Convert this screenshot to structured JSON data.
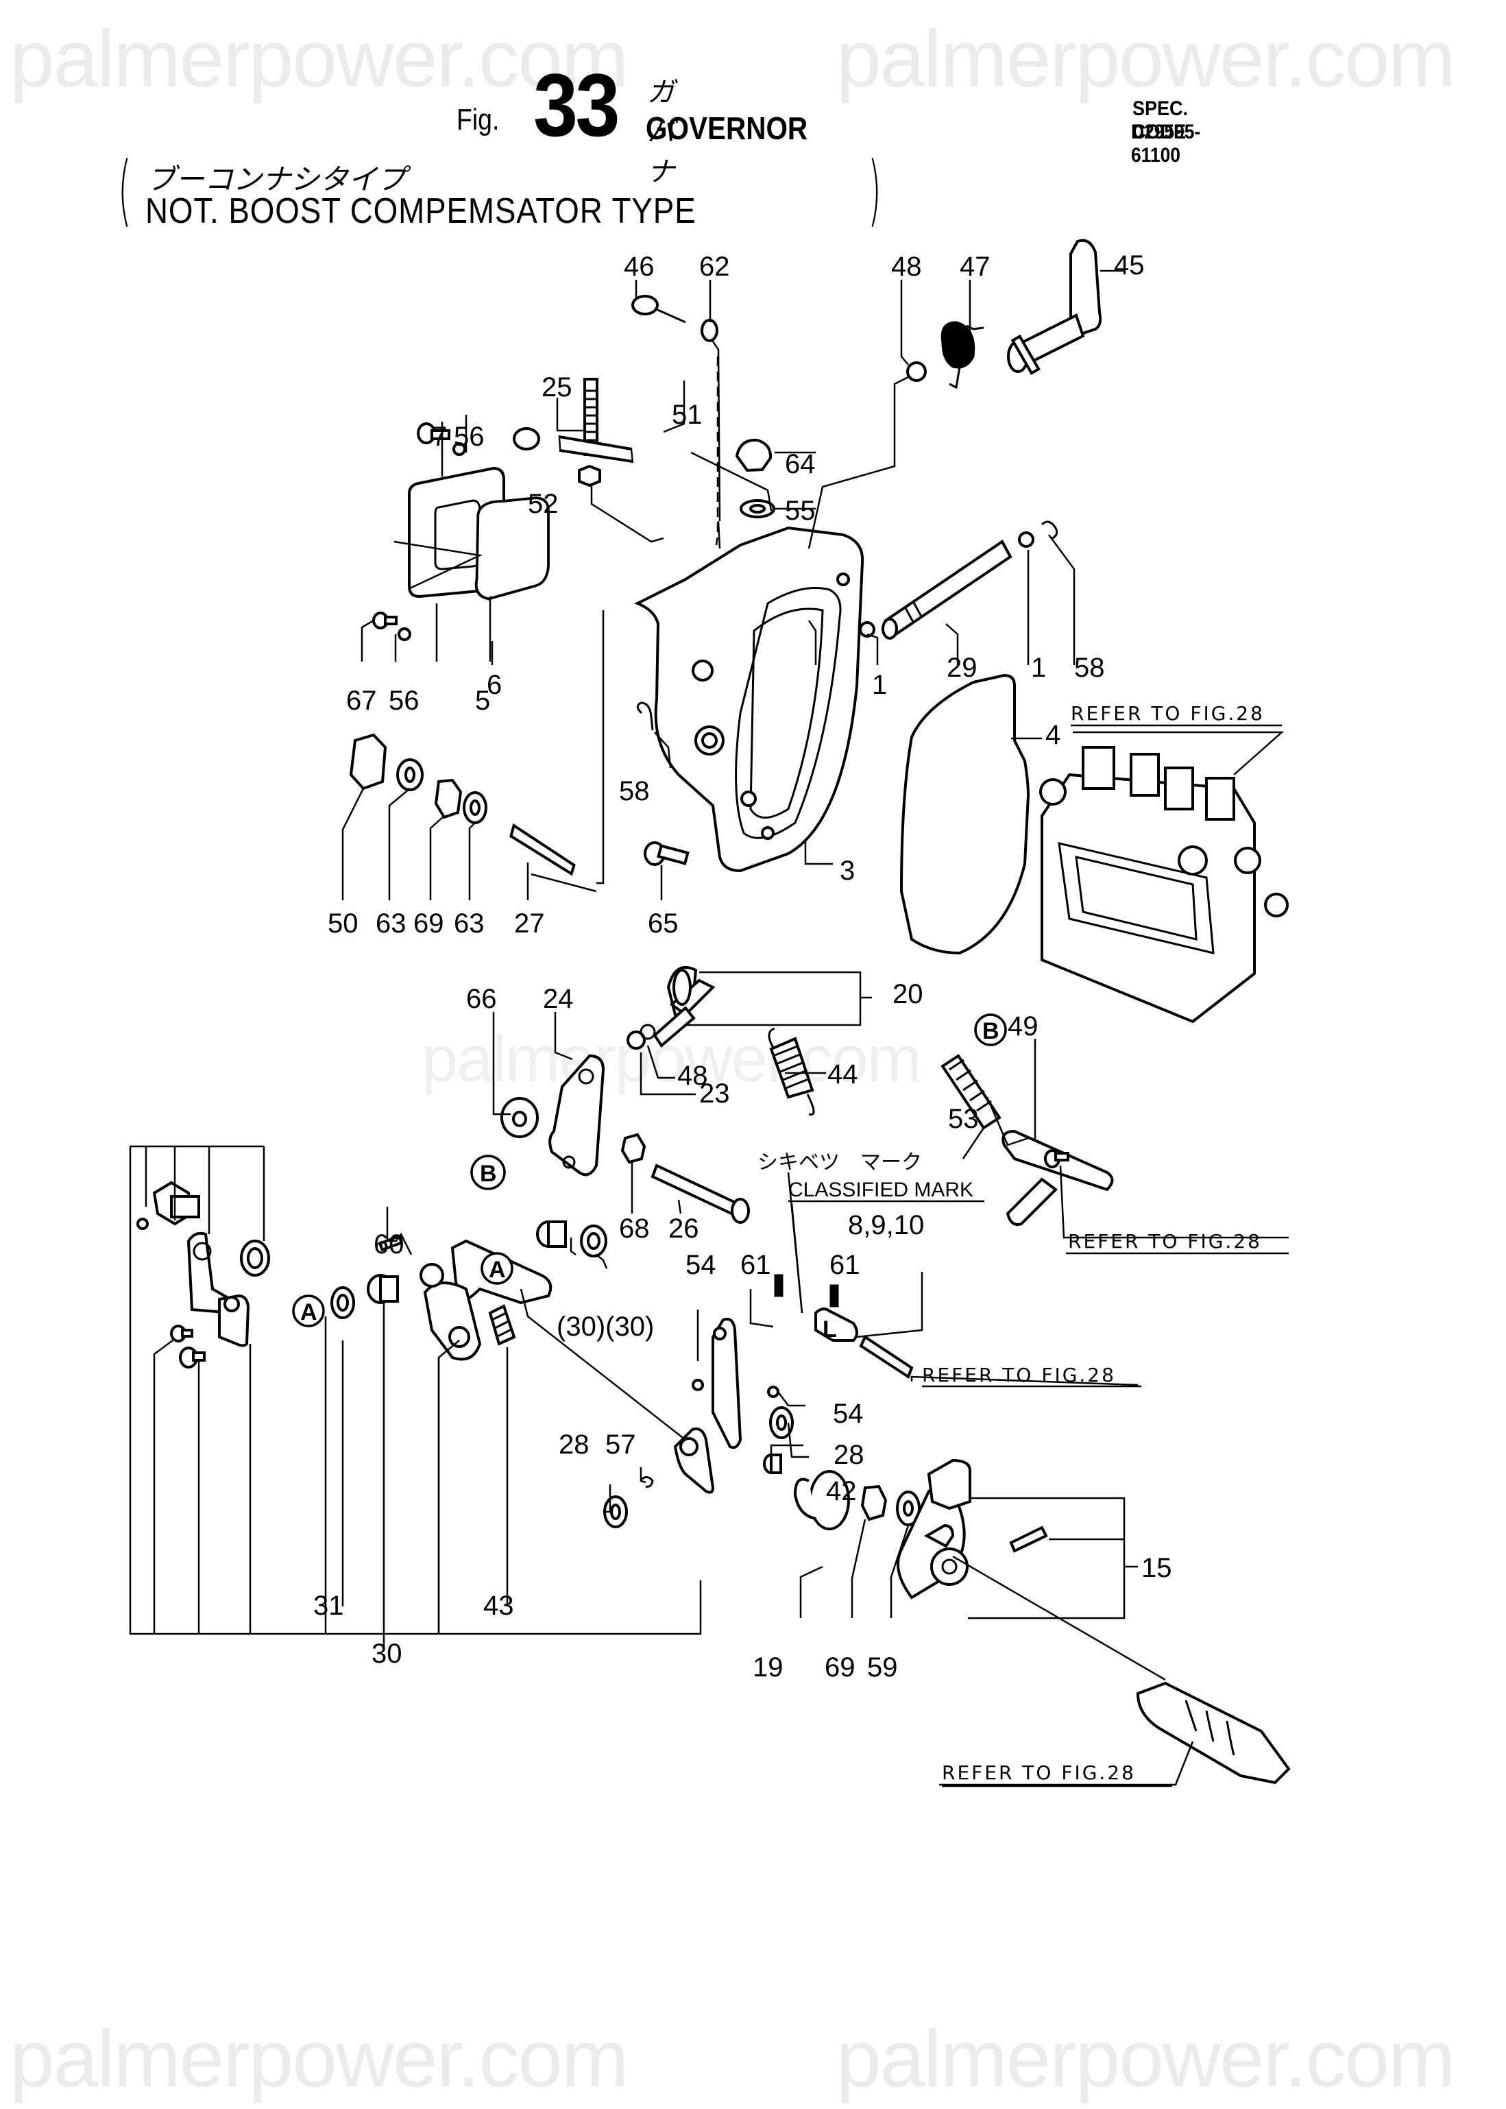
{
  "watermark": "palmerpower.com",
  "header": {
    "fig_prefix": "Fig.",
    "fig_number": "33",
    "title_jp": "ガバナ",
    "title_en": "GOVERNOR",
    "spec_label": "SPEC. CODE",
    "spec_code": "D29595-61100",
    "subtitle_jp": "ブーコンナシタイプ",
    "subtitle_en": "NOT. BOOST COMPEMSATOR TYPE"
  },
  "annotations": {
    "refer_fig28": "REFER TO FIG.28",
    "classified_mark_jp": "シキベツ　マーク",
    "classified_mark_en": "CLASSIFIED MARK",
    "marker_a": "A",
    "marker_b": "B",
    "mark_letter": "L"
  },
  "callouts": [
    {
      "id": "c46",
      "label": "46"
    },
    {
      "id": "c62",
      "label": "62"
    },
    {
      "id": "c48a",
      "label": "48"
    },
    {
      "id": "c47",
      "label": "47"
    },
    {
      "id": "c45",
      "label": "45"
    },
    {
      "id": "c25",
      "label": "25"
    },
    {
      "id": "c51",
      "label": "51"
    },
    {
      "id": "c7",
      "label": "7"
    },
    {
      "id": "c56a",
      "label": "56"
    },
    {
      "id": "c64",
      "label": "64"
    },
    {
      "id": "c52",
      "label": "52"
    },
    {
      "id": "c55",
      "label": "55"
    },
    {
      "id": "c1a",
      "label": "1"
    },
    {
      "id": "c29",
      "label": "29"
    },
    {
      "id": "c1b",
      "label": "1"
    },
    {
      "id": "c58a",
      "label": "58"
    },
    {
      "id": "c67",
      "label": "67"
    },
    {
      "id": "c56b",
      "label": "56"
    },
    {
      "id": "c5",
      "label": "5"
    },
    {
      "id": "c6",
      "label": "6"
    },
    {
      "id": "c4",
      "label": "4"
    },
    {
      "id": "c58b",
      "label": "58"
    },
    {
      "id": "c3",
      "label": "3"
    },
    {
      "id": "c50",
      "label": "50"
    },
    {
      "id": "c63a",
      "label": "63"
    },
    {
      "id": "c69a",
      "label": "69"
    },
    {
      "id": "c63b",
      "label": "63"
    },
    {
      "id": "c27",
      "label": "27"
    },
    {
      "id": "c65",
      "label": "65"
    },
    {
      "id": "c20",
      "label": "20"
    },
    {
      "id": "c66",
      "label": "66"
    },
    {
      "id": "c24",
      "label": "24"
    },
    {
      "id": "c48b",
      "label": "48"
    },
    {
      "id": "c23",
      "label": "23"
    },
    {
      "id": "c44",
      "label": "44"
    },
    {
      "id": "c49",
      "label": "49"
    },
    {
      "id": "c53",
      "label": "53"
    },
    {
      "id": "c68",
      "label": "68"
    },
    {
      "id": "c26",
      "label": "26"
    },
    {
      "id": "c8910",
      "label": "8,9,10"
    },
    {
      "id": "c60",
      "label": "60"
    },
    {
      "id": "c3030",
      "label": "(30)(30)"
    },
    {
      "id": "c54a",
      "label": "54"
    },
    {
      "id": "c61a",
      "label": "61"
    },
    {
      "id": "c61b",
      "label": "61"
    },
    {
      "id": "c54b",
      "label": "54"
    },
    {
      "id": "c28a",
      "label": "28"
    },
    {
      "id": "c28b",
      "label": "28"
    },
    {
      "id": "c57",
      "label": "57"
    },
    {
      "id": "c42",
      "label": "42"
    },
    {
      "id": "c15",
      "label": "15"
    },
    {
      "id": "c31",
      "label": "31"
    },
    {
      "id": "c43",
      "label": "43"
    },
    {
      "id": "c30",
      "label": "30"
    },
    {
      "id": "c19",
      "label": "19"
    },
    {
      "id": "c69b",
      "label": "69"
    },
    {
      "id": "c59",
      "label": "59"
    }
  ]
}
